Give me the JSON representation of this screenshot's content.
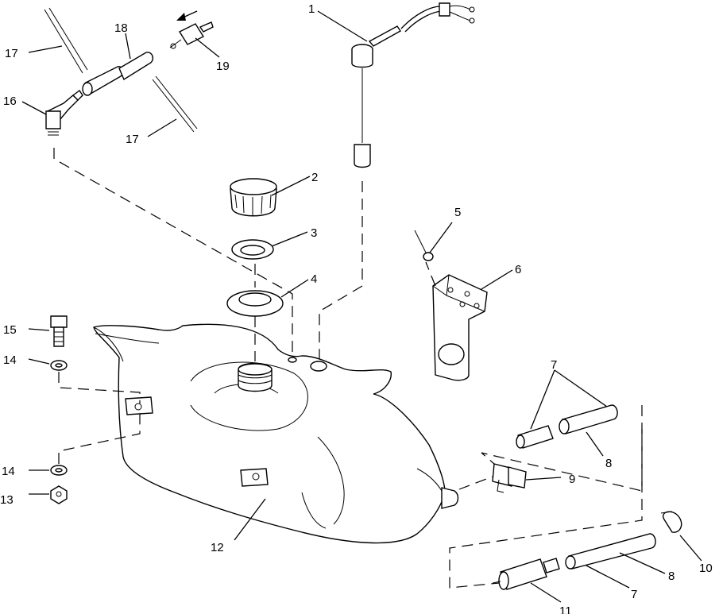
{
  "callouts": {
    "c1": "1",
    "c2": "2",
    "c3": "3",
    "c4": "4",
    "c5": "5",
    "c6": "6",
    "c7a": "7",
    "c7b": "7",
    "c8a": "8",
    "c8b": "8",
    "c9": "9",
    "c10": "10",
    "c11": "11",
    "c12": "12",
    "c13": "13",
    "c14a": "14",
    "c14b": "14",
    "c15": "15",
    "c16": "16",
    "c17a": "17",
    "c17b": "17",
    "c18": "18",
    "c19": "19"
  },
  "icons": {
    "flow_arrow": "left-arrow-icon"
  }
}
